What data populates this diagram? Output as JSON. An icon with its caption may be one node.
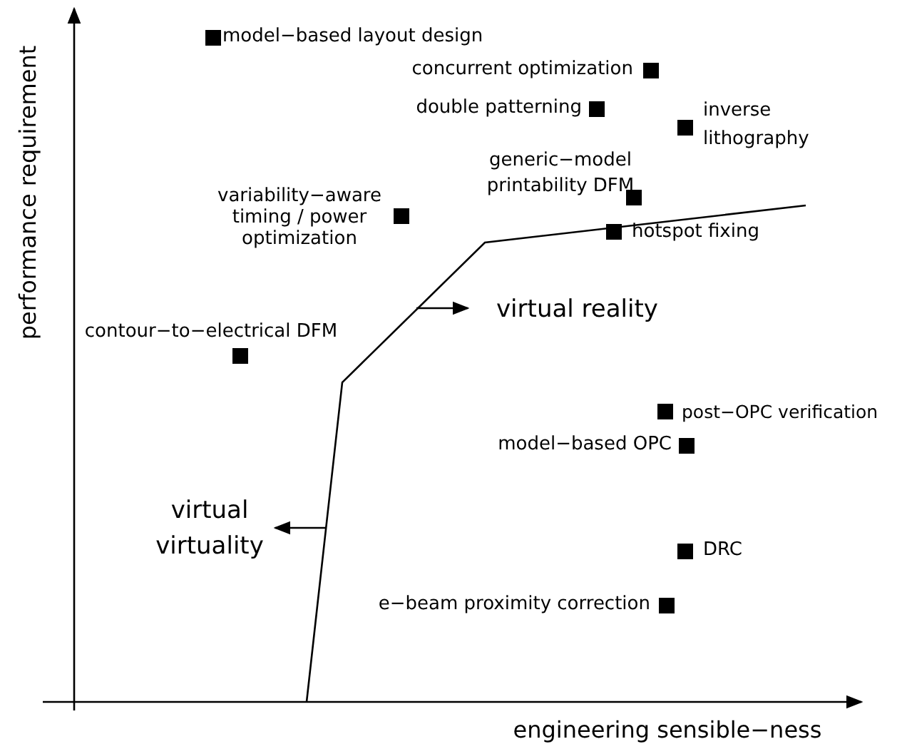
{
  "diagram": {
    "labels": [
      "performance requirement",
      "model−based layout design",
      "concurrent optimization",
      "double patterning",
      "inverse lithography",
      "generic−model printability DFM",
      "variability−aware timing / power optimization",
      "hotspot fixing",
      "virtual reality",
      "contour−to−electrical DFM",
      "post−OPC verification",
      "model−based OPC",
      "virtual virtuality",
      "DRC",
      "e−beam proximity correction",
      "engineering sensible−ness"
    ]
  }
}
